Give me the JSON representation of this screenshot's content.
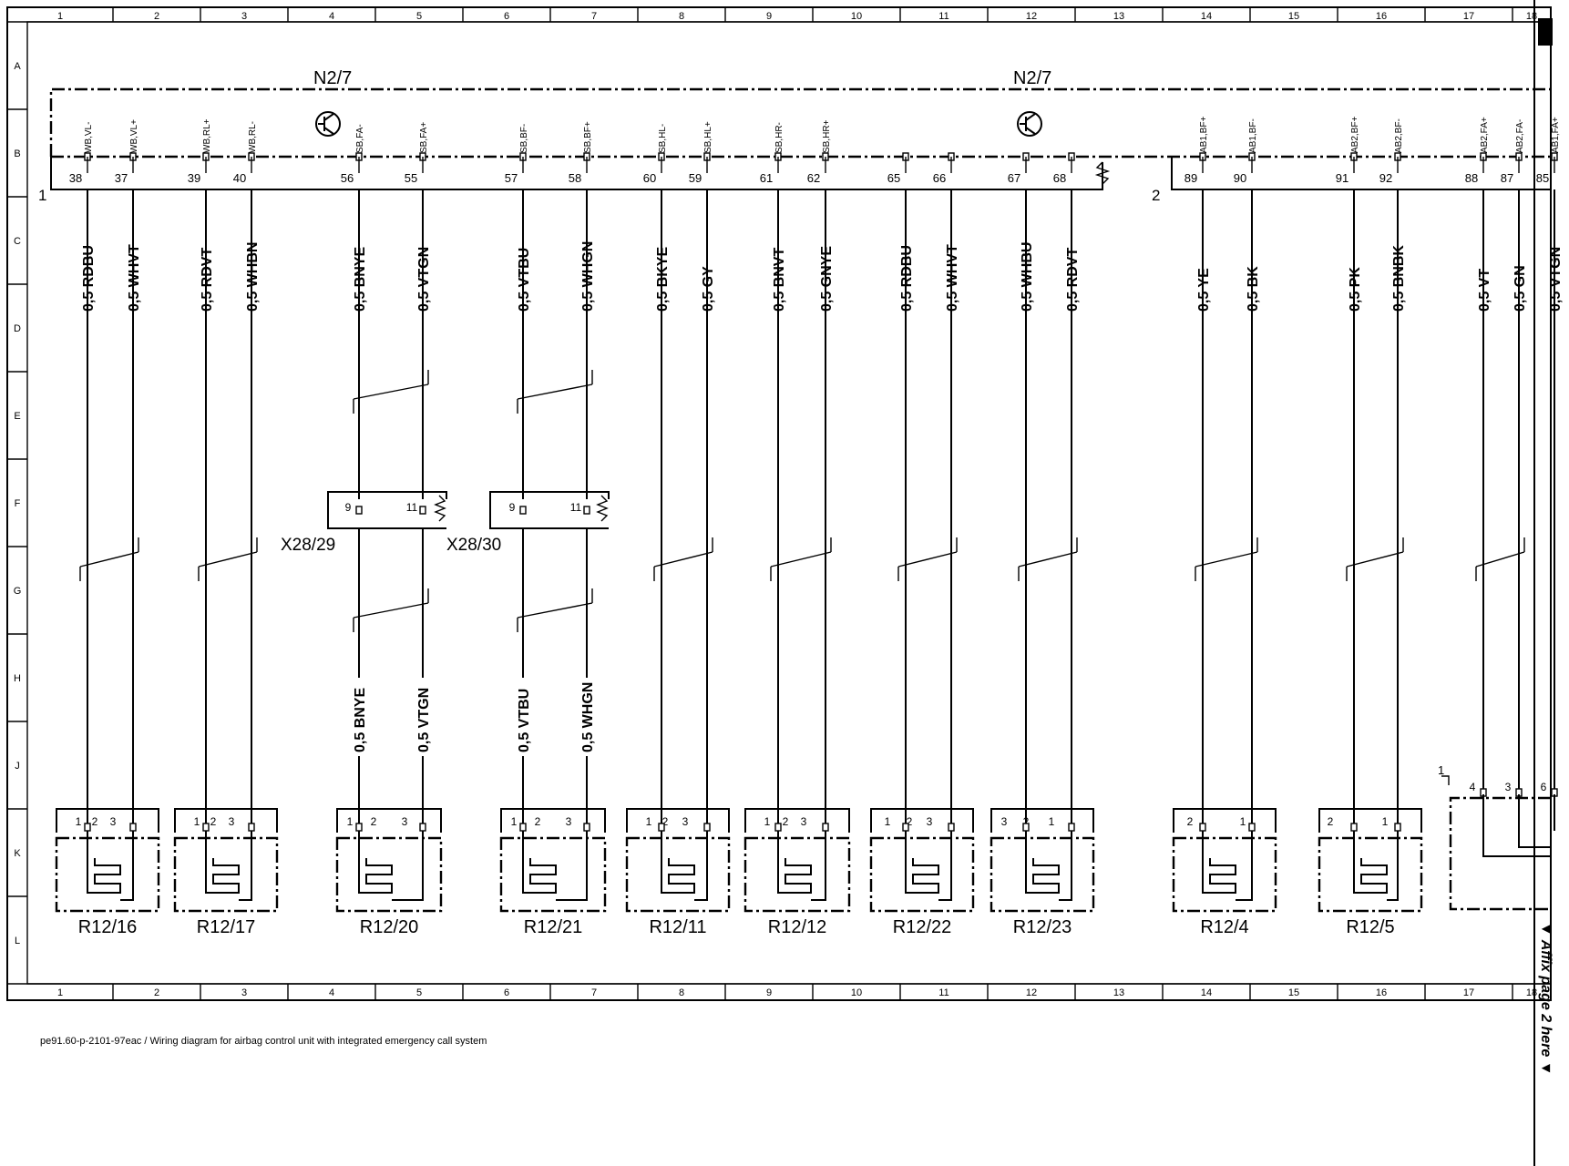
{
  "frame": {
    "columns": [
      "1",
      "2",
      "3",
      "4",
      "5",
      "6",
      "7",
      "8",
      "9",
      "10",
      "11",
      "12",
      "13",
      "14",
      "15",
      "16",
      "17",
      "18"
    ],
    "rows": [
      "A",
      "B",
      "C",
      "D",
      "E",
      "F",
      "G",
      "H",
      "J",
      "K",
      "L"
    ]
  },
  "ecu_label": "N2/7",
  "ecu_plug_1": "1",
  "ecu_plug_2": "2",
  "wires": [
    {
      "signal": "WB,VL-",
      "pin": "38",
      "color": "0,5 RDBU"
    },
    {
      "signal": "WB,VL+",
      "pin": "37",
      "color": "0,5 WHVT"
    },
    {
      "signal": "WB,RL+",
      "pin": "39",
      "color": "0,5 RDVT"
    },
    {
      "signal": "WB,RL-",
      "pin": "40",
      "color": "0,5 WHBN"
    },
    {
      "signal": "SB,FA-",
      "pin": "56",
      "color": "0,5 BNYE"
    },
    {
      "signal": "SB,FA+",
      "pin": "55",
      "color": "0,5 VTGN"
    },
    {
      "signal": "SB,BF-",
      "pin": "57",
      "color": "0,5 VTBU"
    },
    {
      "signal": "SB,BF+",
      "pin": "58",
      "color": "0,5 WHGN"
    },
    {
      "signal": "SB,HL-",
      "pin": "60",
      "color": "0,5 BKYE"
    },
    {
      "signal": "SB,HL+",
      "pin": "59",
      "color": "0,5 GY"
    },
    {
      "signal": "SB,HR-",
      "pin": "61",
      "color": "0,5 BNVT"
    },
    {
      "signal": "SB,HR+",
      "pin": "62",
      "color": "0,5 GNYE"
    },
    {
      "signal": "",
      "pin": "65",
      "color": "0,5 RDBU"
    },
    {
      "signal": "",
      "pin": "66",
      "color": "0,5 WHVT"
    },
    {
      "signal": "",
      "pin": "67",
      "color": "0,5 WHBU"
    },
    {
      "signal": "",
      "pin": "68",
      "color": "0,5 RDVT"
    },
    {
      "signal": "AB1,BF+",
      "pin": "89",
      "color": "0,5 YE"
    },
    {
      "signal": "AB1,BF-",
      "pin": "90",
      "color": "0,5 BK"
    },
    {
      "signal": "AB2,BF+",
      "pin": "91",
      "color": "0,5 PK"
    },
    {
      "signal": "AB2,BF-",
      "pin": "92",
      "color": "0,5 BNBK"
    },
    {
      "signal": "AB2,FA+",
      "pin": "88",
      "color": "0,5 VT"
    },
    {
      "signal": "AB2,FA-",
      "pin": "87",
      "color": "0,5 GN"
    },
    {
      "signal": "AB1,FA+",
      "pin": "85",
      "color": "0,5 VTGN"
    }
  ],
  "connectors": [
    {
      "name": "X28/29",
      "pins": [
        "9",
        "11"
      ]
    },
    {
      "name": "X28/30",
      "pins": [
        "9",
        "11"
      ]
    }
  ],
  "lower_wire_labels": [
    "0,5 BNYE",
    "0,5 VTGN",
    "0,5 VTBU",
    "0,5 WHGN"
  ],
  "components": [
    {
      "name": "R12/16",
      "pins": [
        "1",
        "2",
        "3"
      ]
    },
    {
      "name": "R12/17",
      "pins": [
        "1",
        "2",
        "3"
      ]
    },
    {
      "name": "R12/20",
      "pins": [
        "1",
        "2",
        "3"
      ]
    },
    {
      "name": "R12/21",
      "pins": [
        "1",
        "2",
        "3"
      ]
    },
    {
      "name": "R12/11",
      "pins": [
        "1",
        "2",
        "3"
      ]
    },
    {
      "name": "R12/12",
      "pins": [
        "1",
        "2",
        "3"
      ]
    },
    {
      "name": "R12/22",
      "pins": [
        "1",
        "2",
        "3"
      ]
    },
    {
      "name": "R12/23",
      "pins": [
        "3",
        "2",
        "1"
      ]
    },
    {
      "name": "R12/4",
      "pins": [
        "2",
        "1"
      ]
    },
    {
      "name": "R12/5",
      "pins": [
        "2",
        "1"
      ]
    }
  ],
  "right_connector": {
    "plug": "1",
    "pins": [
      "4",
      "3",
      "6"
    ]
  },
  "caption": "pe91.60-p-2101-97eac / Wiring diagram for airbag control unit with integrated emergency call system",
  "affix_note": "▼ Affix page 2 here ▼"
}
